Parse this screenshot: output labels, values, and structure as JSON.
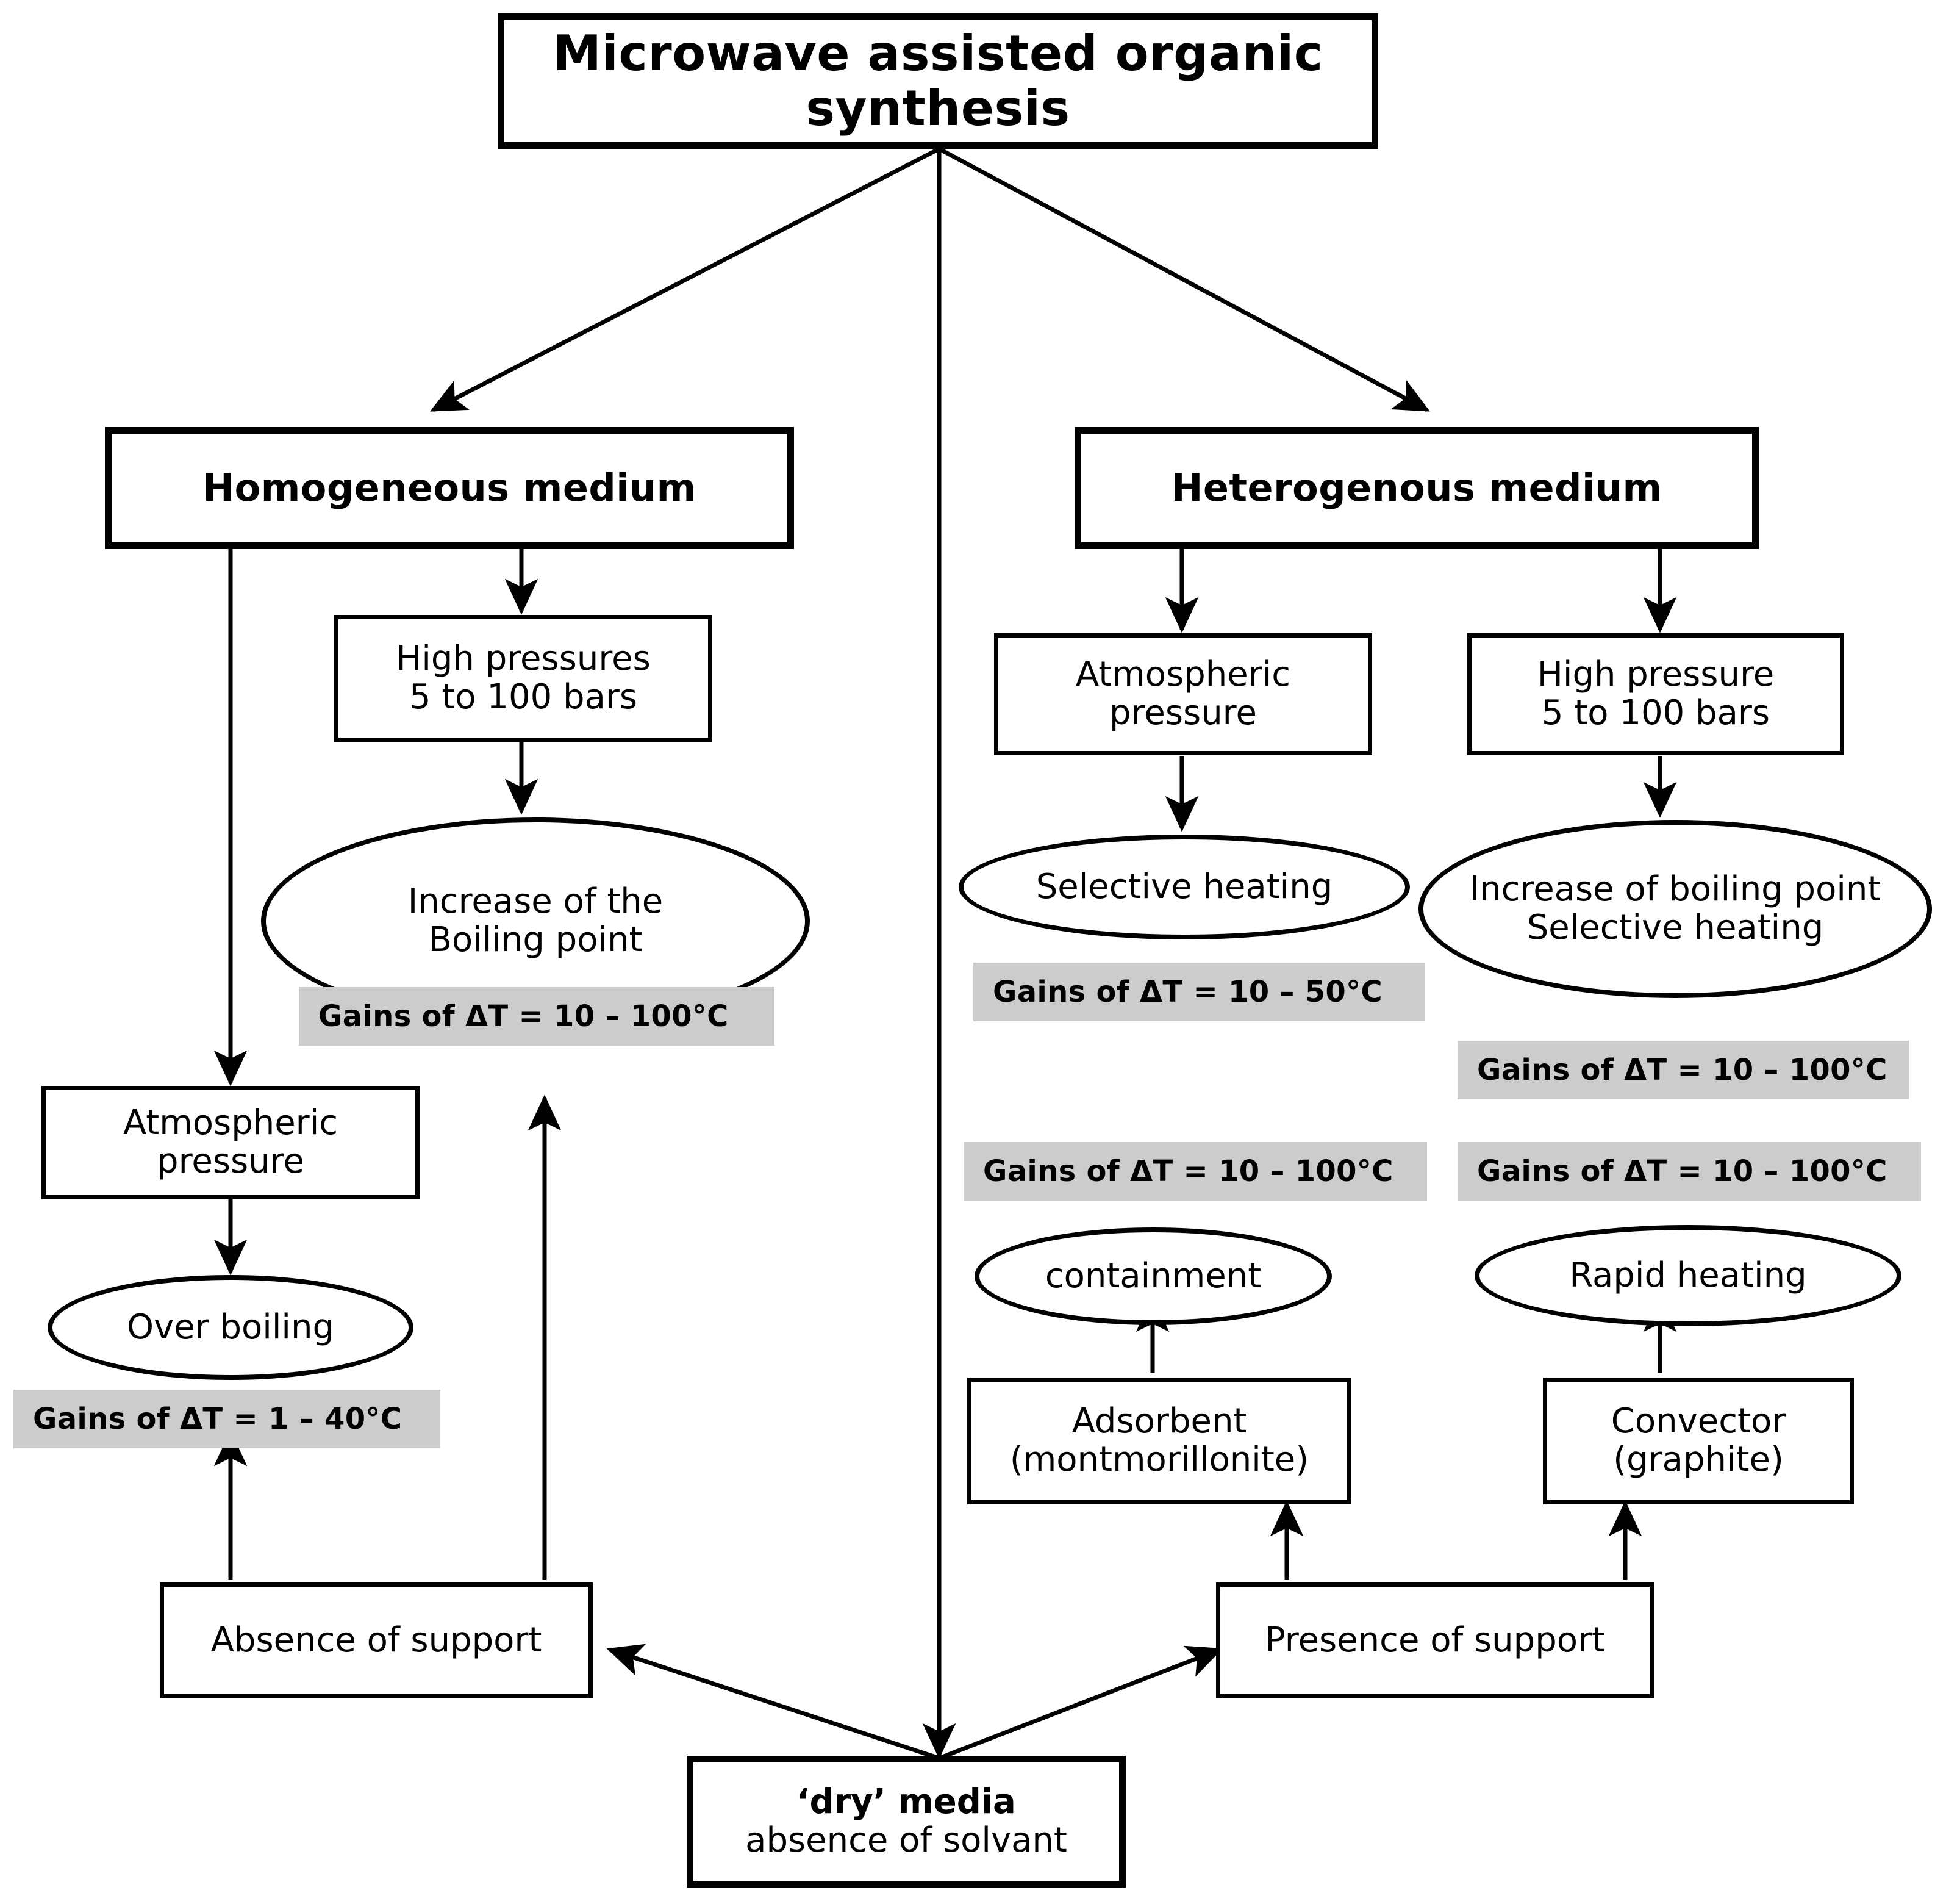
{
  "diagram": {
    "title": "Microwave assisted organic synthesis",
    "root": {
      "label": "Microwave assisted organic synthesis"
    },
    "branches": [
      {
        "id": "homogeneous",
        "label": "Homogeneous medium"
      },
      {
        "id": "heterogenous",
        "label": "Heterogenous medium"
      }
    ],
    "nodes": {
      "high_pressures_left_l1": "High pressures",
      "high_pressures_left_l2": "5 to 100 bars",
      "increase_boiling_left_l1": "Increase of the",
      "increase_boiling_left_l2": "Boiling point",
      "atmospheric_left_l1": "Atmospheric",
      "atmospheric_left_l2": "pressure",
      "over_boiling": "Over boiling",
      "absence_of_support": "Absence of support",
      "atmospheric_mid_l1": "Atmospheric",
      "atmospheric_mid_l2": "pressure",
      "selective_heating": "Selective heating",
      "containment": "containment",
      "adsorbent_l1": "Adsorbent",
      "adsorbent_l2": "(montmorillonite)",
      "high_pressure_right_l1": "High pressure",
      "high_pressure_right_l2": "5 to 100 bars",
      "increase_boiling_right_l1": "Increase of boiling point",
      "increase_boiling_right_l2": "Selective heating",
      "rapid_heating": "Rapid heating",
      "convector_l1": "Convector",
      "convector_l2": "(graphite)",
      "presence_of_support": "Presence of support",
      "dry_media_l1": "‘dry’ media",
      "dry_media_l2": "absence of  solvant"
    },
    "gains": {
      "left_high_pressure": "Gains of ΔT = 10 – 100°C",
      "left_atmospheric": "Gains of ΔT = 1 – 40°C",
      "mid_selective": "Gains of ΔT = 10 – 50°C",
      "right_boiling": "Gains of ΔT = 10 – 100°C",
      "mid_containment": "Gains of ΔT = 10 – 100°C",
      "right_rapid": "Gains of ΔT = 10 – 100°C"
    },
    "colors": {
      "stroke": "#000000",
      "fill": "#ffffff",
      "gains_background": "#cccccc",
      "text": "#000000"
    }
  }
}
